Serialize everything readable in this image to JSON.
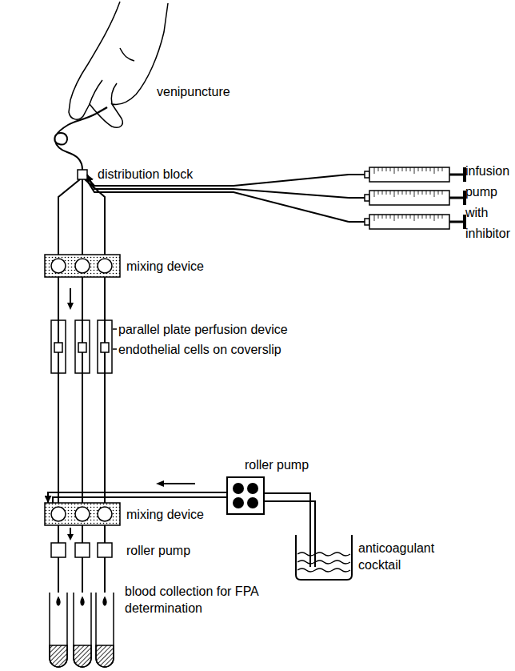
{
  "diagram": {
    "nodes": [
      {
        "text": [
          "distribution block"
        ]
      },
      {
        "text": [
          "infusion pump with inhibitor"
        ]
      },
      {
        "text": [
          "mixing device"
        ]
      },
      {
        "text": [
          "parallel plate perfusion device"
        ]
      },
      {
        "text": [
          "roller pump"
        ]
      },
      {
        "text": [
          "anticoagulant cocktail"
        ]
      },
      {
        "text": [
          "mixing device"
        ]
      },
      {
        "text": [
          "roller pump"
        ]
      },
      {
        "text": [
          "blood collection for FPA determination"
        ]
      }
    ],
    "edges": [
      {
        "from": 1,
        "to": 0,
        "arrow": "to"
      },
      {
        "from": 0,
        "to": 2,
        "arrow": "none"
      },
      {
        "from": 2,
        "to": 3,
        "arrow": "none"
      },
      {
        "from": 3,
        "to": 6,
        "arrow": "none"
      },
      {
        "from": 5,
        "to": 4,
        "arrow": "none"
      },
      {
        "from": 4,
        "to": 6,
        "arrow": "to"
      },
      {
        "from": 6,
        "to": 7,
        "arrow": "none"
      },
      {
        "from": 7,
        "to": 8,
        "arrow": "none"
      }
    ],
    "labels": [
      "venipuncture",
      "endothelial cells on coverslip"
    ]
  }
}
